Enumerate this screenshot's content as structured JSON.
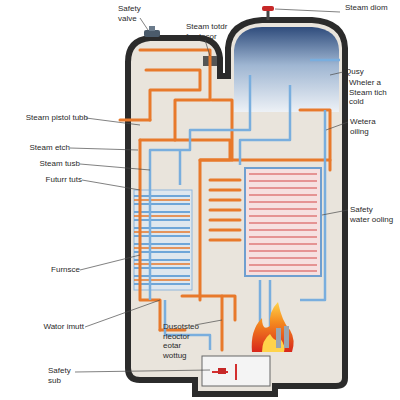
{
  "diagram": {
    "labels": [
      "Safety valve",
      "Steam totdr fus tocor",
      "Steam diom",
      "Stearn pistol tubb",
      "Steam etch",
      "Steam tusb",
      "Futurr tuts",
      "Furnsce",
      "Wator imutt",
      "Safety sub",
      "Dusotsteo rleoctor eotar wottug",
      "Qusy",
      "Wheler a Steam tich cold",
      "Wetera oiling",
      "Safety water ooling"
    ]
  }
}
